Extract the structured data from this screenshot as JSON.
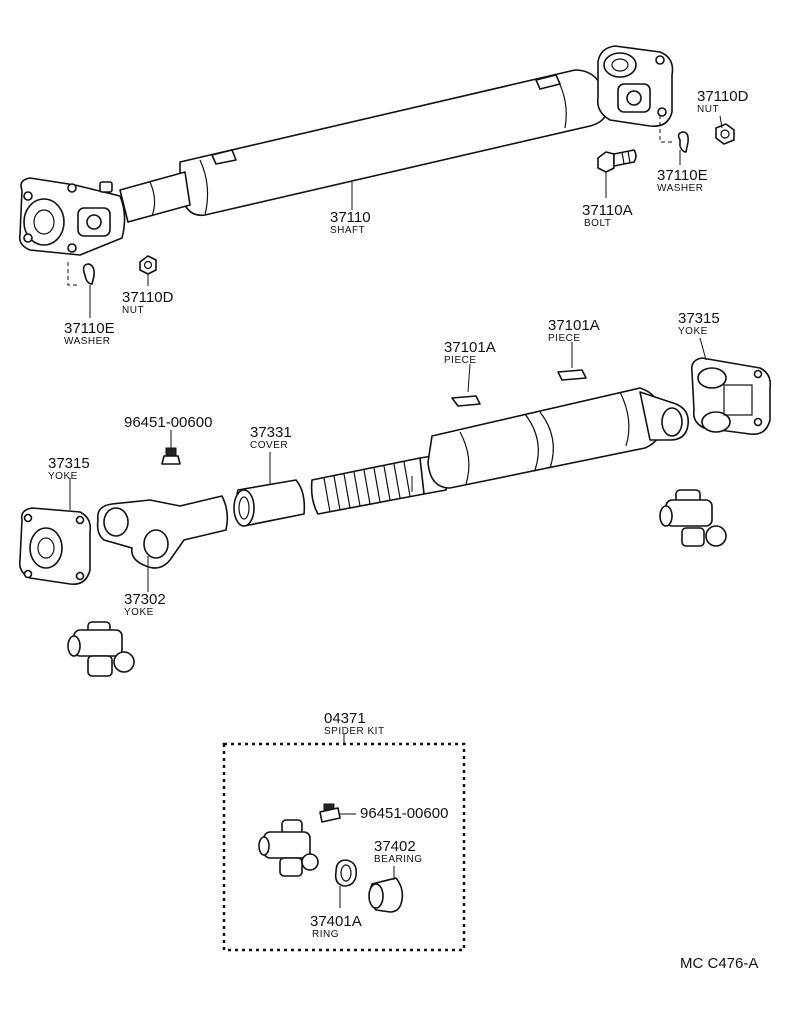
{
  "labels": {
    "shaft": {
      "num": "37110",
      "cap": "SHAFT"
    },
    "nut_top": {
      "num": "37110D",
      "cap": "NUT"
    },
    "washer_top": {
      "num": "37110E",
      "cap": "WASHER"
    },
    "bolt": {
      "num": "37110A",
      "cap": "BOLT"
    },
    "nut_left": {
      "num": "37110D",
      "cap": "NUT"
    },
    "washer_left": {
      "num": "37110E",
      "cap": "WASHER"
    },
    "piece_left": {
      "num": "37101A",
      "cap": "PIECE"
    },
    "piece_right": {
      "num": "37101A",
      "cap": "PIECE"
    },
    "yoke_right": {
      "num": "37315",
      "cap": "YOKE"
    },
    "grease_fitting": {
      "num": "96451-00600"
    },
    "cover": {
      "num": "37331",
      "cap": "COVER"
    },
    "yoke_left": {
      "num": "37315",
      "cap": "YOKE"
    },
    "yoke_slip": {
      "num": "37302",
      "cap": "YOKE"
    },
    "spider_kit": {
      "num": "04371",
      "cap": "SPIDER KIT"
    },
    "kit_fitting": {
      "num": "96451-00600"
    },
    "bearing": {
      "num": "37402",
      "cap": "BEARING"
    },
    "ring": {
      "num": "37401A",
      "cap": "RING"
    }
  },
  "figure_code": "MC  C476-A"
}
